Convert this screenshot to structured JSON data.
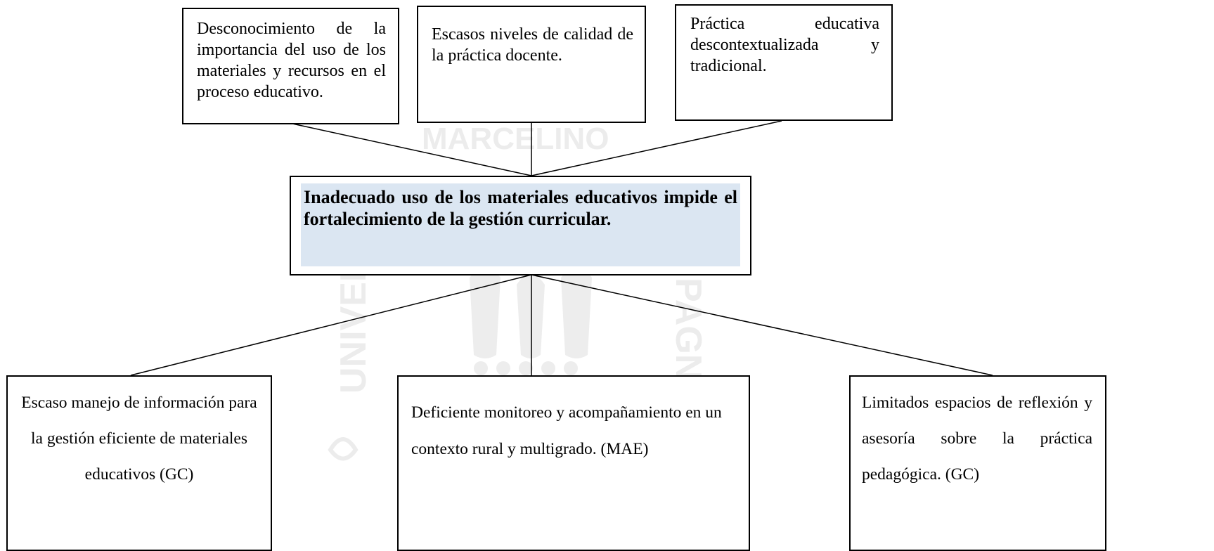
{
  "watermark": {
    "arc_text": "MARCELINO",
    "left_text": "UNIVER",
    "right_text": "PAGNA",
    "color": "#ececec"
  },
  "causes": [
    {
      "text": "Desconocimiento de la importancia del uso de los materiales y recursos en el proceso educativo."
    },
    {
      "text": "Escasos niveles de calidad de la práctica docente."
    },
    {
      "text": "Práctica educativa descontextualizada y tradicional."
    }
  ],
  "central_problem": {
    "text": "Inadecuado uso de los materiales educativos impide el fortalecimiento de la gestión curricular.",
    "highlight_color": "#dbe6f2"
  },
  "effects": [
    {
      "text": "Escaso manejo de información para la gestión eficiente de materiales educativos (GC)"
    },
    {
      "text": "Deficiente monitoreo y acompañamiento en un contexto rural y multigrado. (MAE)"
    },
    {
      "text": "Limitados espacios de reflexión y asesoría sobre la práctica pedagógica. (GC)"
    }
  ]
}
